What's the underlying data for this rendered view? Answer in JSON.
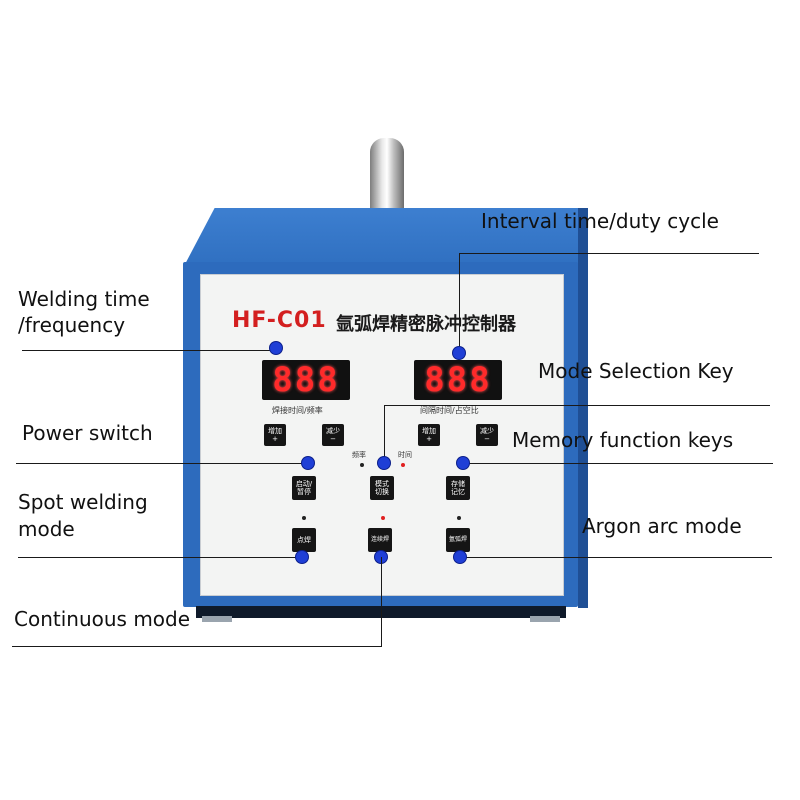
{
  "device": {
    "model": "HF-C01",
    "model_cn": "氩弧焊精密脉冲控制器",
    "left_display": "888",
    "right_display": "888",
    "left_display_label": "焊接时间/频率",
    "right_display_label": "间隔时间/占空比",
    "key_increase": "增加\n+",
    "key_decrease": "减少\n−",
    "indicator_freq": "频率",
    "indicator_time": "时间",
    "key_start": "启动/\n暂停",
    "key_mode": "模式\n切换",
    "key_store": "存储\n记忆",
    "key_spot": "点焊",
    "key_continuous": "连续焊",
    "key_argon": "氩弧焊"
  },
  "callouts": {
    "interval": "Interval time/duty cycle",
    "welding_time_1": "Welding time",
    "welding_time_2": "/frequency",
    "mode_selection": "Mode Selection Key",
    "power_switch": "Power switch",
    "memory": "Memory function keys",
    "spot_1": "Spot welding",
    "spot_2": "mode",
    "argon": "Argon arc mode",
    "continuous": "Continuous mode"
  },
  "colors": {
    "case_blue": "#2d6bbd",
    "callout_dot": "#1f3fd6",
    "digit_red": "#ff2a2a",
    "model_red": "#d31f1f"
  }
}
